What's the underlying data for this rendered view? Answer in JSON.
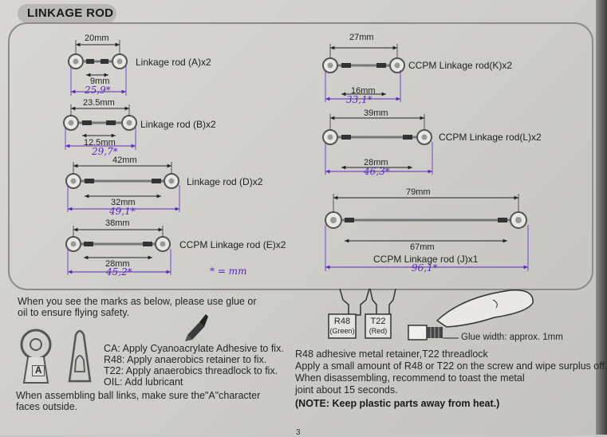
{
  "header": {
    "title": "LINKAGE ROD"
  },
  "rods": {
    "a": {
      "label": "Linkage rod (A)x2",
      "top_dim": "20mm",
      "inner_dim": "9mm",
      "handwritten": "25,9*"
    },
    "b": {
      "label": "Linkage rod (B)x2",
      "top_dim": "23.5mm",
      "inner_dim": "12.5mm",
      "handwritten": "29,7*"
    },
    "d": {
      "label": "Linkage rod (D)x2",
      "top_dim": "42mm",
      "inner_dim": "32mm",
      "handwritten": "49,1*"
    },
    "e": {
      "label": "CCPM Linkage rod (E)x2",
      "top_dim": "38mm",
      "inner_dim": "28mm",
      "handwritten": "45,2*"
    },
    "k": {
      "label": "CCPM Linkage rod(K)x2",
      "top_dim": "27mm",
      "inner_dim": "16mm",
      "handwritten": "33,1*"
    },
    "l": {
      "label": "CCPM Linkage rod(L)x2",
      "top_dim": "39mm",
      "inner_dim": "28mm",
      "handwritten": "46,3*"
    },
    "j": {
      "label": "CCPM Linkage rod (J)x1",
      "top_dim": "79mm",
      "inner_dim": "67mm",
      "handwritten": "96,1*"
    }
  },
  "footnote_handwritten": "* = mm",
  "glue": {
    "intro_line1": "When you see the marks as below, please use glue or",
    "intro_line2": "oil to ensure flying safety.",
    "ball_link_mark": "A",
    "ca": "CA: Apply Cyanoacrylate Adhesive to fix.",
    "r48": "R48: Apply anaerobics retainer to fix.",
    "t22": "T22: Apply anaerobics threadlock to fix.",
    "oil": "OIL: Add lubricant",
    "assembly_line1": "When assembling ball links, make sure the\"A\"character",
    "assembly_line2": "faces outside."
  },
  "tubes": {
    "r48_name": "R48",
    "r48_color": "(Green)",
    "t22_name": "T22",
    "t22_color": "(Red)"
  },
  "glue_width": "Glue width: approx. 1mm",
  "threadlock": {
    "line1": "R48 adhesive metal retainer,T22 threadlock",
    "line2": "Apply a small amount of R48 or T22 on the screw and wipe surplus off.",
    "line3": "When disassembling, recommend to toast the metal",
    "line4": "joint about 15 seconds.",
    "note": "(NOTE: Keep plastic parts away from heat.)"
  },
  "page_number": "3",
  "colors": {
    "handwriting": "#5a2ab8",
    "frame": "#8d8c89"
  }
}
